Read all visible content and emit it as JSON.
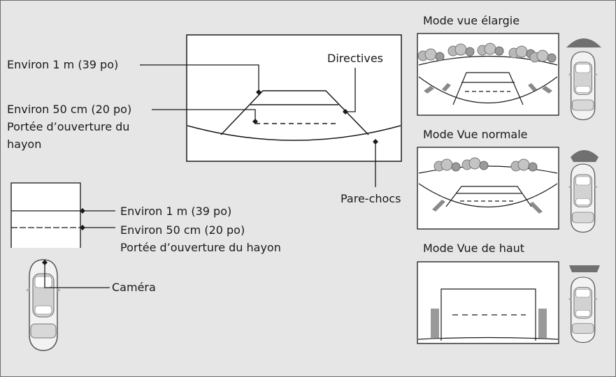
{
  "labels": {
    "approx_1m": "Environ 1 m (39 po)",
    "approx_50cm": "Environ 50 cm (20 po)",
    "tailgate_line1": "Portée d’ouverture du",
    "tailgate_line2": "hayon",
    "guidelines": "Directives",
    "bumper": "Pare-chocs",
    "side_1m": "Environ 1 m (39 po)",
    "side_50cm": "Environ 50 cm (20 po)",
    "side_tailgate": "Portée d’ouverture du hayon",
    "camera": "Caméra"
  },
  "modes": {
    "wide": "Mode vue élargie",
    "normal": "Mode Vue normale",
    "top": "Mode Vue de haut"
  },
  "colors": {
    "background": "#e6e6e6",
    "panel": "#ffffff",
    "line": "#1a1a1a",
    "tree": "#b8b8b8",
    "zone": "#8a8a8a",
    "car": "#c8c8c8"
  }
}
